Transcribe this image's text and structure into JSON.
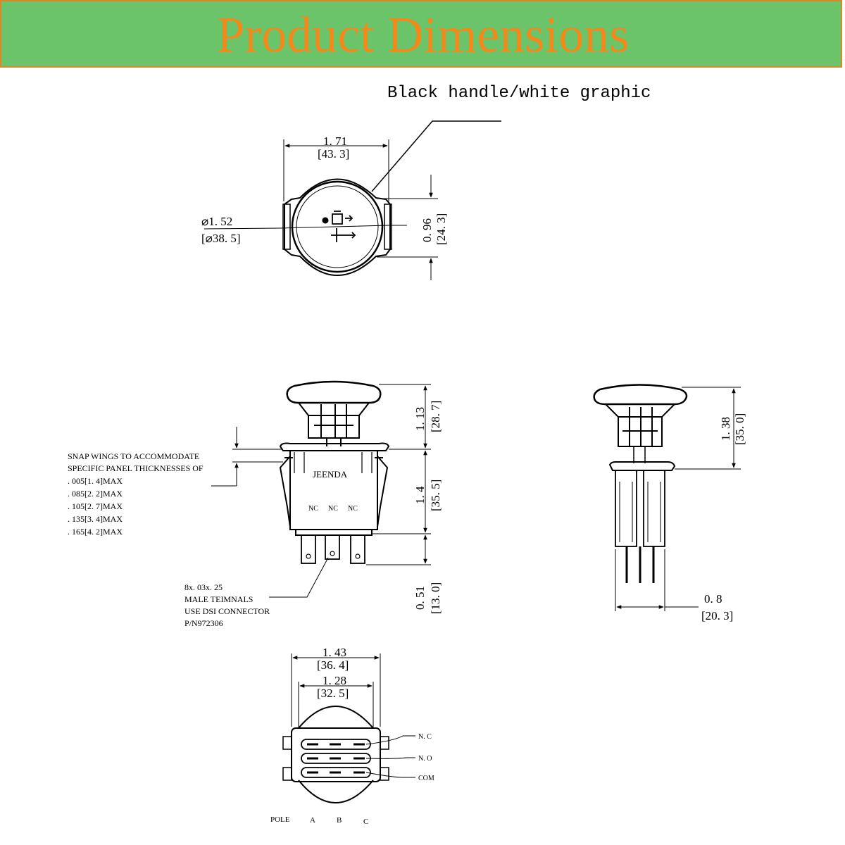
{
  "header": {
    "title": "Product Dimensions"
  },
  "callout_handle": "Black handle/white graphic",
  "top_view": {
    "width_in": "1. 71",
    "width_mm": "[43. 3]",
    "dia_in": "⌀1. 52",
    "dia_mm": "[⌀38. 5]",
    "height_in": "0. 96",
    "height_mm": "[24. 3]"
  },
  "front_view": {
    "brand": "JEENDA",
    "nc_labels": [
      "NC",
      "NC",
      "NC"
    ],
    "handle_in": "1. 13",
    "handle_mm": "[28. 7]",
    "body_in": "1. 4",
    "body_mm": "[35. 5]",
    "terminal_in": "0. 51",
    "terminal_mm": "[13. 0]",
    "snap_wings_note": [
      "SNAP WINGS TO ACCOMMODATE",
      "SPECIFIC PANEL THICKNESSES OF",
      ". 005[1. 4]MAX",
      ". 085[2. 2]MAX",
      ". 105[2. 7]MAX",
      ". 135[3. 4]MAX",
      ". 165[4. 2]MAX"
    ],
    "terminal_note": [
      "8x. 03x. 25",
      "MALE TEIMNALS",
      "USE DSI CONNECTOR",
      "P/N972306"
    ]
  },
  "side_view": {
    "height_in": "1. 38",
    "height_mm": "[35. 0]",
    "depth_in": "0. 8",
    "depth_mm": "[20. 3]"
  },
  "bottom_view": {
    "outer_in": "1. 43",
    "outer_mm": "[36. 4]",
    "inner_in": "1. 28",
    "inner_mm": "[32. 5]",
    "row_labels": [
      "N. C",
      "N. O",
      "COM"
    ],
    "pole_label": "POLE",
    "pole_columns": [
      "A",
      "B",
      "C"
    ]
  }
}
